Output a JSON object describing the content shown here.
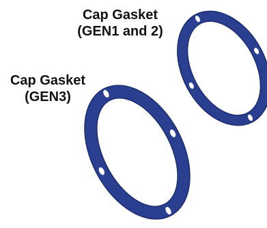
{
  "labels": {
    "gen12": {
      "line1": "Cap Gasket",
      "line2": "(GEN1 and 2)"
    },
    "gen3": {
      "line1": "Cap Gasket",
      "line2": "(GEN3)"
    }
  },
  "colors": {
    "gasket_fill": "#2a3f8f",
    "gasket_edge": "#1b2c70",
    "hole_fill": "#ffffff",
    "text": "#111111",
    "background": "#ffffff"
  }
}
